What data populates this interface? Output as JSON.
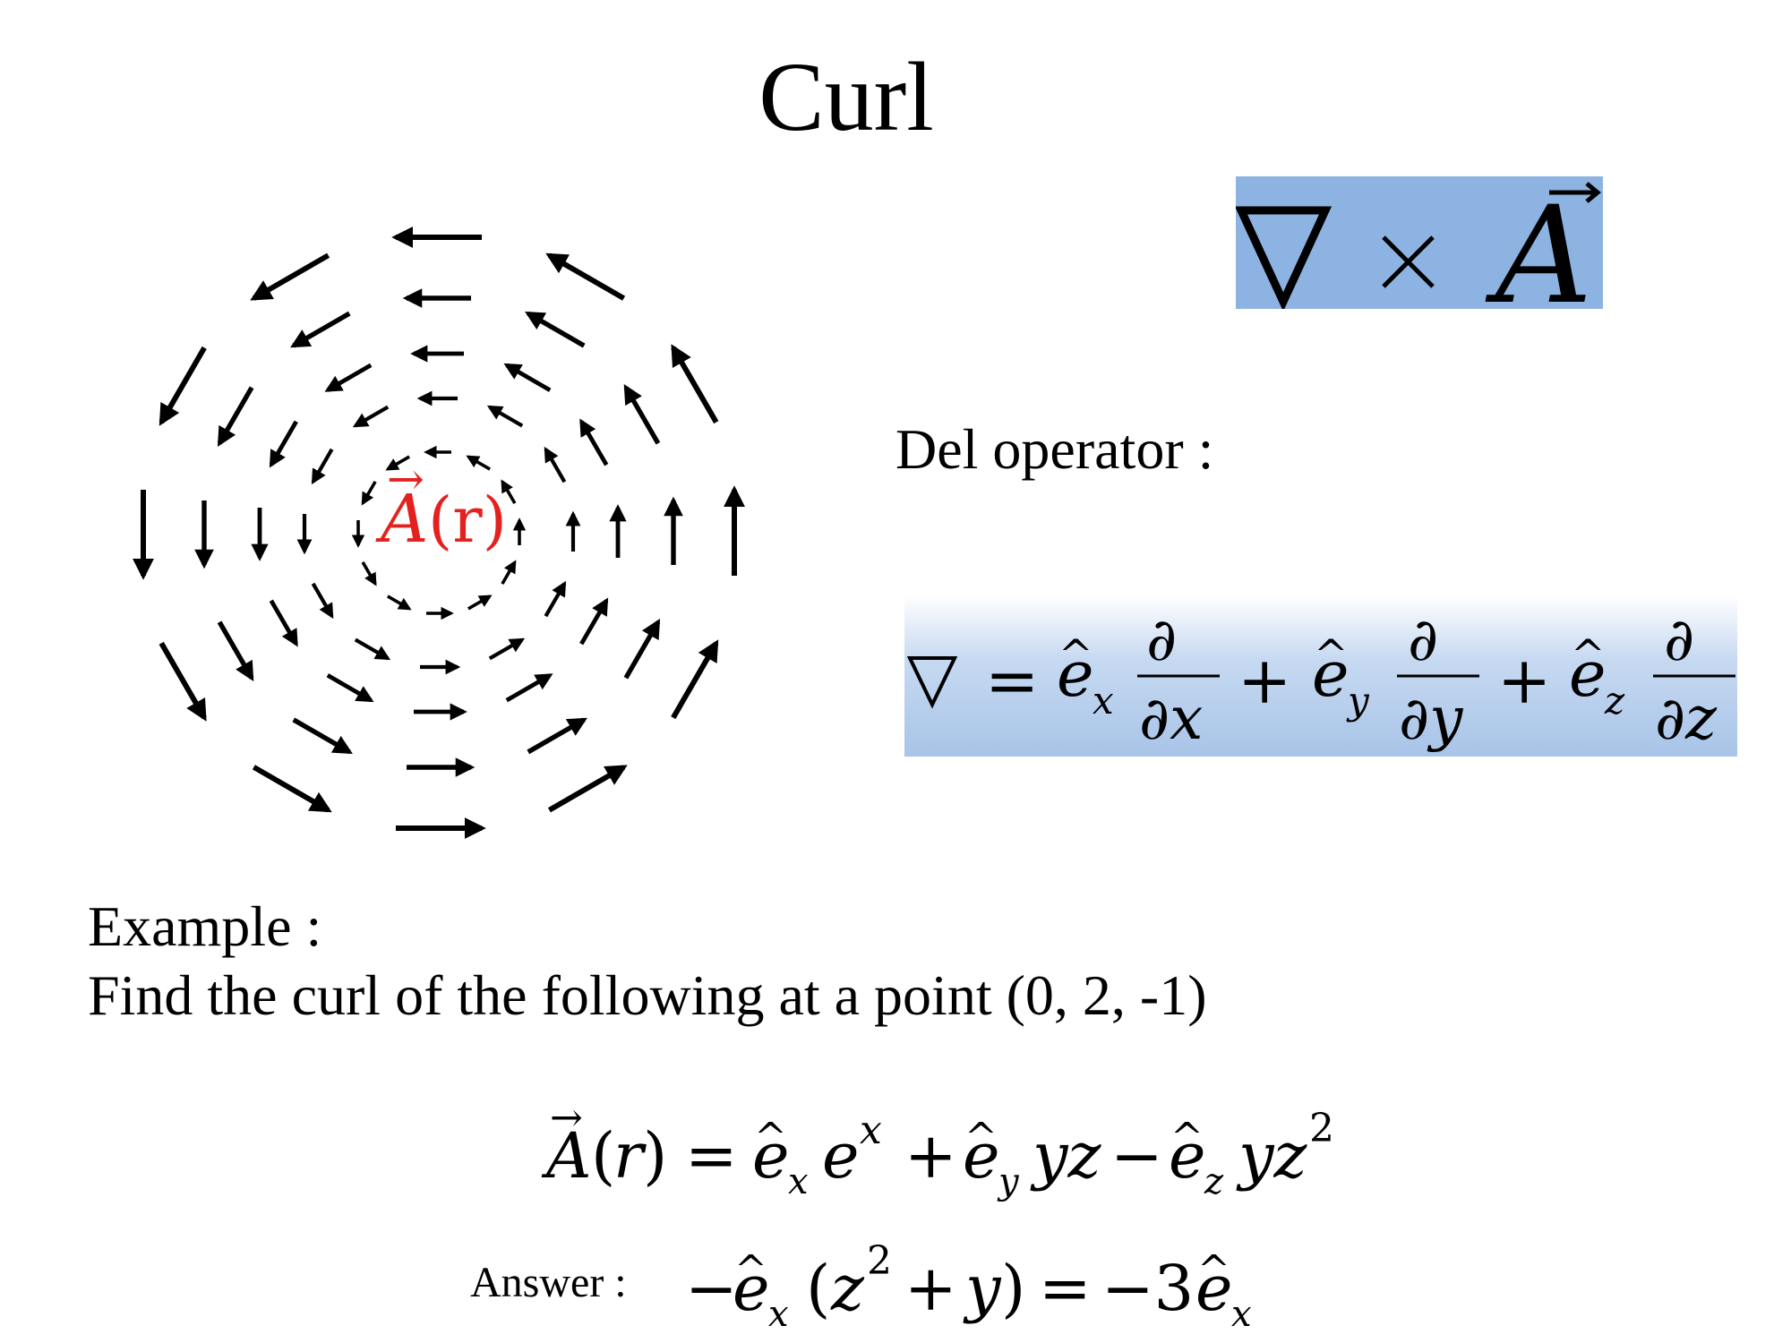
{
  "slide": {
    "title": "Curl",
    "del_label": "Del operator :",
    "example_label": "Example :",
    "example_text": "Find the curl of the following at a point (0, 2, -1)",
    "answer_label": "Answer :"
  },
  "field_label": {
    "symbol": "A",
    "argument": "(r)",
    "color": "#e3221f"
  },
  "equations": {
    "curl": "∇ × A",
    "del": "∇ = ê_x ∂/∂x + ê_y ∂/∂y + ê_z ∂/∂z",
    "field": "A(r) = ê_x e^x + ê_y yz − ê_z yz²",
    "answer": "−ê_x (z² + y) = −3ê_x"
  },
  "colors": {
    "curl_box": "#8db3e2",
    "del_box_top": "#ffffff",
    "del_box_bottom": "#a8c4e8",
    "arrow": "#000000"
  }
}
